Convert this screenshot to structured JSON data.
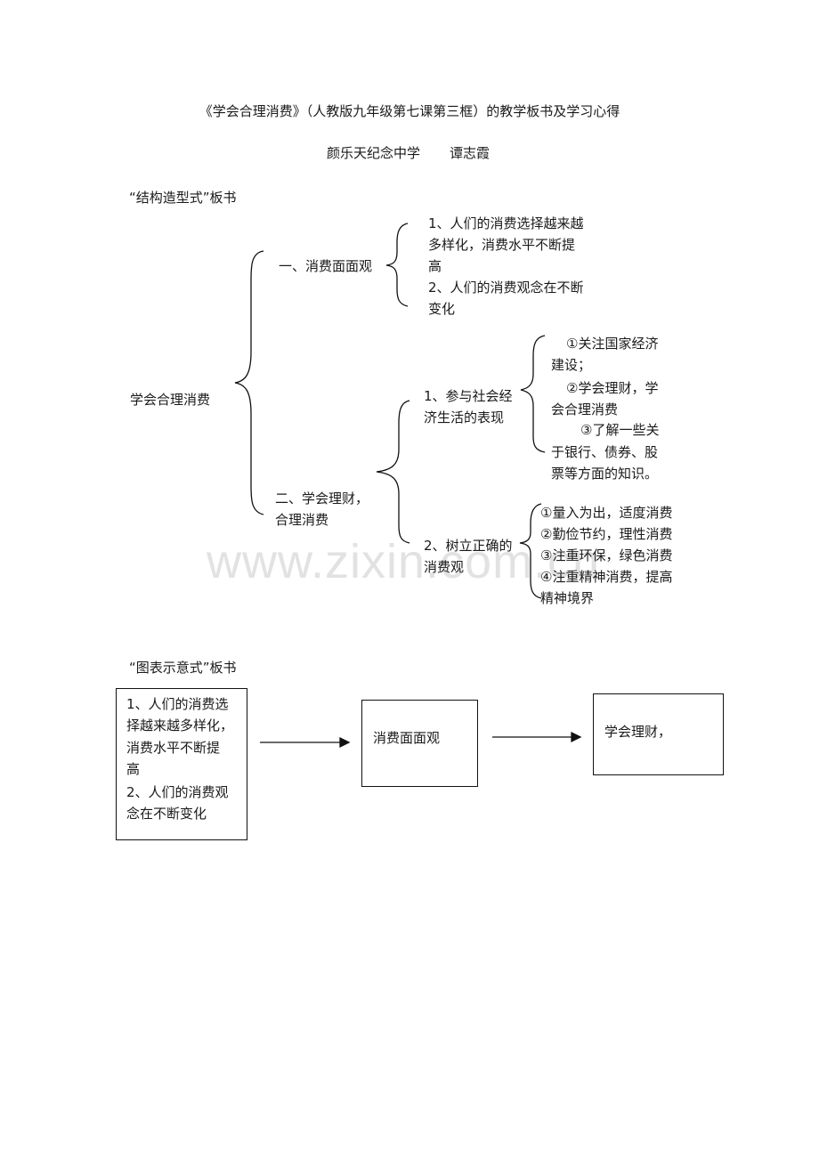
{
  "header": {
    "title": "《学会合理消费》（人教版九年级第七课第三框）的教学板书及学习心得",
    "author_school": "颜乐天纪念中学",
    "author_name": "谭志霞"
  },
  "structure_board": {
    "label": "“结构造型式”板书",
    "root": "学会合理消费",
    "branch_1": {
      "label": "一、消费面面观",
      "items": [
        "1、人们的消费选择越来越",
        "多样化，消费水平不断提",
        "高",
        "2、人们的消费观念在不断",
        "变化"
      ]
    },
    "branch_2": {
      "label_line_1": "二、学会理财，",
      "label_line_2": "合理消费",
      "sub_1": {
        "label_line_1": "1、参与社会经",
        "label_line_2": "济生活的表现",
        "items": [
          "①关注国家经济",
          "建设；",
          "②学会理财，学",
          "会合理消费",
          "③了解一些关",
          "于银行、债券、股",
          "票等方面的知识。"
        ]
      },
      "sub_2": {
        "label_line_1": "2、树立正确的",
        "label_line_2": "消费观",
        "items": [
          "①量入为出，适度消费",
          "②勤俭节约，理性消费",
          "③注重环保，绿色消费",
          "④注重精神消费，提高",
          "精神境界"
        ]
      }
    }
  },
  "diagram_board": {
    "label": "“图表示意式”板书",
    "box_1": [
      "1、人们的消费选",
      "择越来越多样化，",
      "消费水平不断提",
      "高",
      "2、人们的消费观",
      "念在不断变化"
    ],
    "box_2": "消费面面观",
    "box_3": "学会理财，"
  },
  "watermark": "www.zixin.com.cn"
}
